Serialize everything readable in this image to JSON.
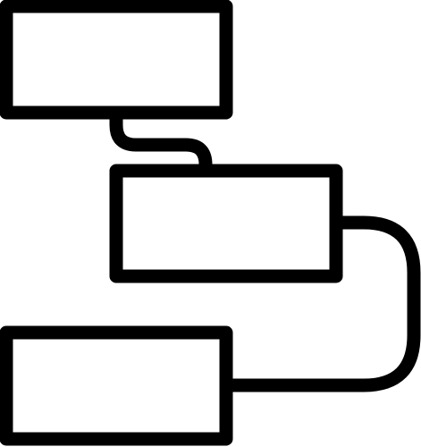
{
  "diagram": {
    "type": "flow",
    "stroke_color": "#000000",
    "fill_color": "#ffffff",
    "background": "#ffffff",
    "nodes": [
      {
        "id": "top-box",
        "label": ""
      },
      {
        "id": "middle-box",
        "label": ""
      },
      {
        "id": "bottom-box",
        "label": ""
      }
    ],
    "edges": [
      {
        "from": "top-box",
        "to": "middle-box"
      },
      {
        "from": "middle-box",
        "to": "bottom-box"
      }
    ]
  }
}
